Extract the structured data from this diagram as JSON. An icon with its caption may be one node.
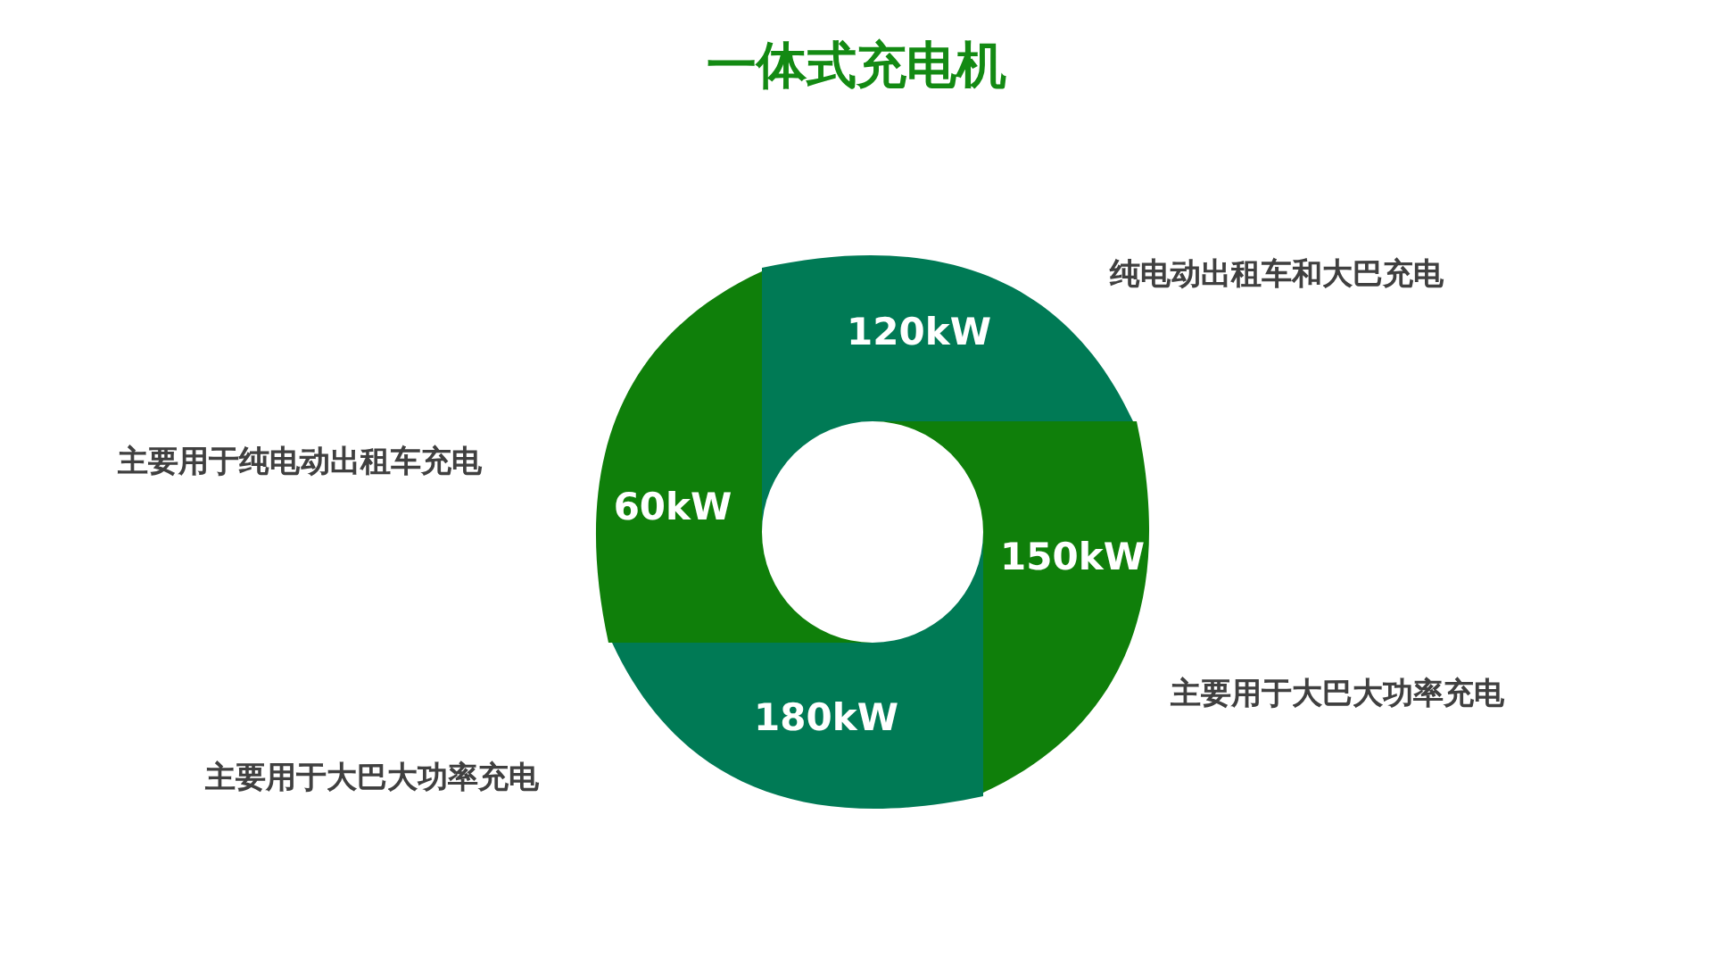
{
  "diagram": {
    "title": "一体式充电机",
    "nodes": [
      {
        "text": [
          "120kW"
        ],
        "beside": [
          "纯电动出租车和大巴充电"
        ]
      },
      {
        "text": [
          "60kW"
        ],
        "beside": [
          "主要用于纯电动出租车充电"
        ]
      },
      {
        "text": [
          "150kW"
        ],
        "beside": [
          "主要用于大巴大功率充电"
        ]
      },
      {
        "text": [
          "180kW"
        ],
        "beside": [
          "主要用于大巴大功率充电"
        ]
      }
    ]
  }
}
